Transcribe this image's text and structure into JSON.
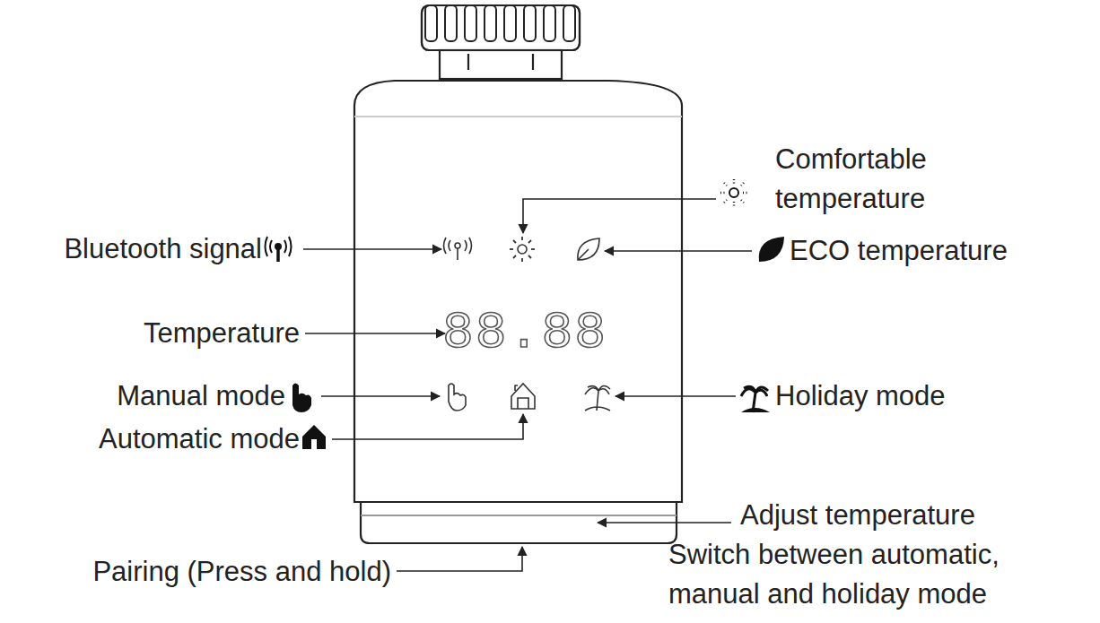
{
  "diagram": {
    "labels": [
      "Comfortable temperature",
      "Bluetooth signal",
      "ECO temperature",
      "88.88",
      "Temperature",
      "Manual mode",
      "Holiday mode",
      "Automatic mode",
      "Adjust temperature",
      "Pairing (Press and hold)",
      "Switch between automatic, manual and holiday mode"
    ]
  }
}
